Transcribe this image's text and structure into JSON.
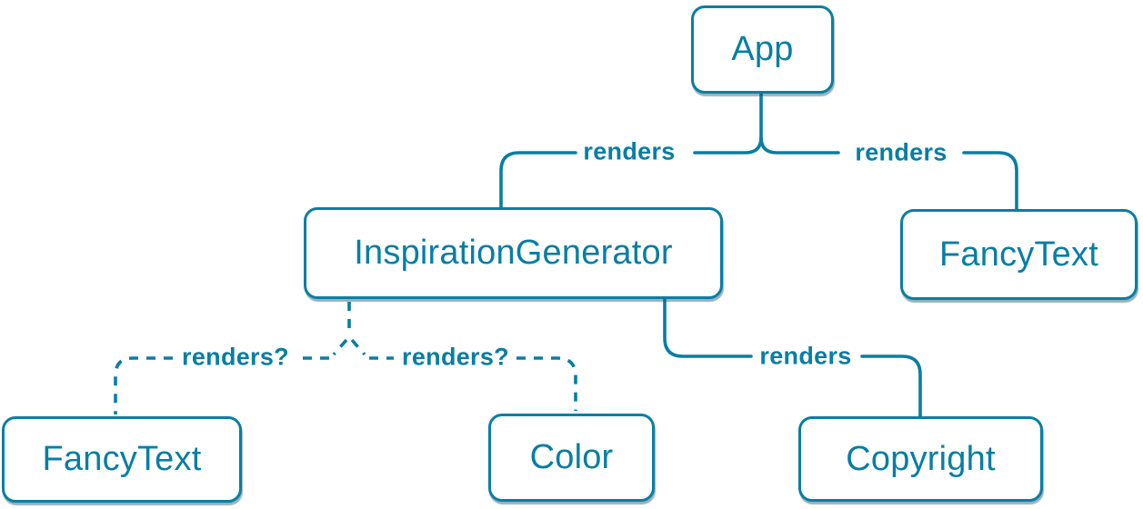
{
  "diagram": {
    "title": "React render tree diagram",
    "background_color": "#ffffff",
    "accent_color": "#087ea4",
    "node_border_color": "#0a7ea4",
    "node_fill_color": "#ffffff",
    "nodes": [
      {
        "id": "app",
        "label": "App"
      },
      {
        "id": "inspiration-generator",
        "label": "InspirationGenerator"
      },
      {
        "id": "fancy-text-top",
        "label": "FancyText"
      },
      {
        "id": "fancy-text-bottom",
        "label": "FancyText"
      },
      {
        "id": "color",
        "label": "Color"
      },
      {
        "id": "copyright",
        "label": "Copyright"
      }
    ],
    "edges": [
      {
        "from": "App",
        "to": "InspirationGenerator",
        "label": "renders",
        "style": "solid"
      },
      {
        "from": "App",
        "to": "FancyText (top)",
        "label": "renders",
        "style": "solid"
      },
      {
        "from": "InspirationGenerator",
        "to": "FancyText (bottom)",
        "label": "renders?",
        "style": "dashed"
      },
      {
        "from": "InspirationGenerator",
        "to": "Color",
        "label": "renders?",
        "style": "dashed"
      },
      {
        "from": "InspirationGenerator",
        "to": "Copyright",
        "label": "renders",
        "style": "solid"
      }
    ]
  }
}
